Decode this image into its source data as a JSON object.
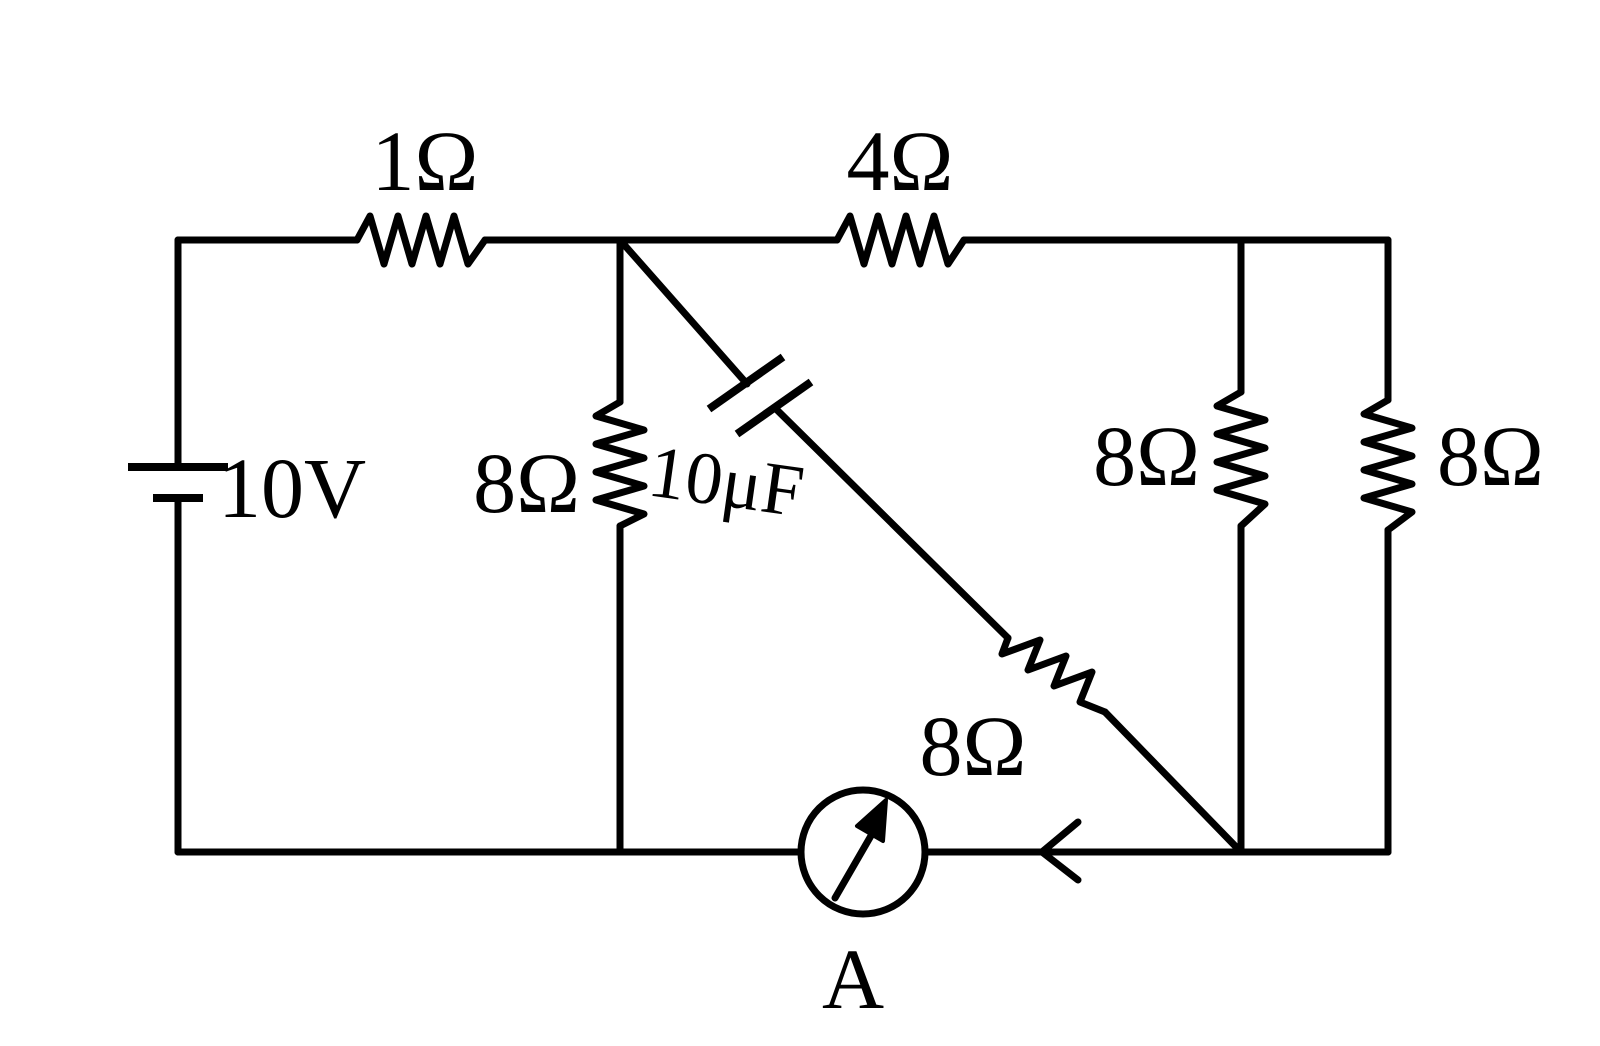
{
  "components": {
    "battery": {
      "label": "10V"
    },
    "r_top_left": {
      "label": "1Ω"
    },
    "r_top_right": {
      "label": "4Ω"
    },
    "r_middle": {
      "label": "8Ω"
    },
    "capacitor": {
      "label": "10μF"
    },
    "r_diagonal": {
      "label": "8Ω"
    },
    "r_right_inner": {
      "label": "8Ω"
    },
    "r_right_outer": {
      "label": "8Ω"
    },
    "ammeter": {
      "label": "A"
    }
  }
}
